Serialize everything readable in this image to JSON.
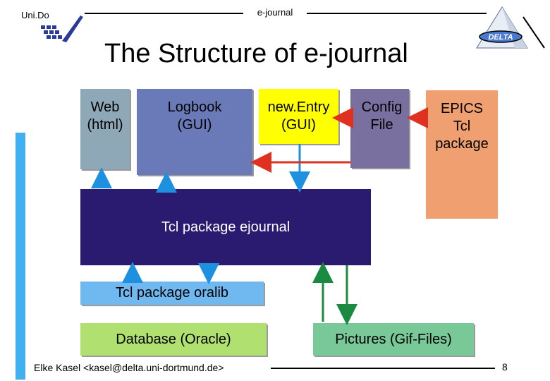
{
  "header": {
    "left_label": "Uni.Do",
    "center_label": "e-journal"
  },
  "title": "The Structure of e-journal",
  "boxes": {
    "web": "Web\n(html)",
    "logbook": "Logbook\n(GUI)",
    "new_entry": "new.Entry\n(GUI)",
    "config": "Config\nFile",
    "epics": "EPICS\nTcl\npackage",
    "tcl_ejournal": "Tcl package ejournal",
    "tcl_oralib": "Tcl package oralib",
    "database": "Database (Oracle)",
    "pictures": "Pictures (Gif-Files)"
  },
  "colors": {
    "web": "#8fa8b8",
    "logbook": "#6a7ab8",
    "new_entry": "#ffff00",
    "config": "#7a70a0",
    "epics": "#f0a070",
    "tcl_ejournal": "#2a1a70",
    "tcl_oralib": "#70b8f0",
    "database": "#b0e070",
    "pictures": "#78c898",
    "arrow_blue": "#1e90e0",
    "arrow_red": "#e03020",
    "arrow_green": "#1a8a40",
    "accent_bar": "#40b0f0"
  },
  "footer": {
    "author": "Elke Kasel  <kasel@delta.uni-dortmund.de>",
    "page_number": "8"
  }
}
